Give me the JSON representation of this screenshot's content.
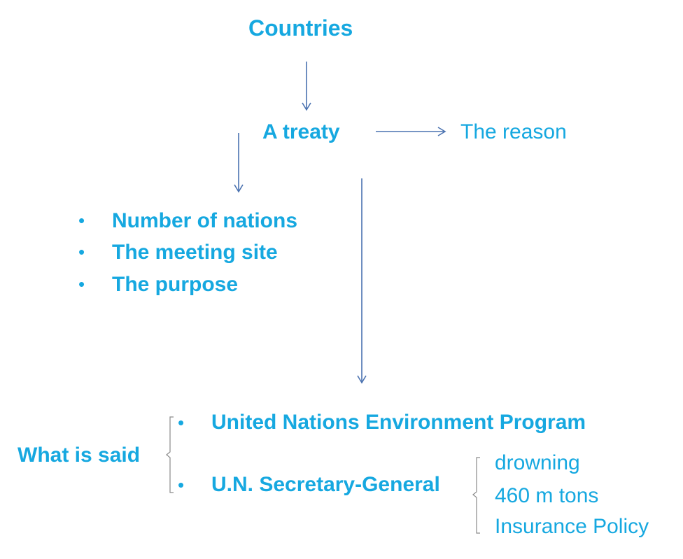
{
  "colors": {
    "text": "#16a8e0",
    "arrow": "#4a72b0",
    "brace": "#8a8a8a"
  },
  "nodes": {
    "countries": "Countries",
    "treaty": "A treaty",
    "reason": "The reason",
    "what_is_said": "What is said"
  },
  "treaty_details": [
    "Number of nations",
    "The meeting site",
    "The purpose"
  ],
  "sources": [
    "United Nations Environment Program",
    "U.N. Secretary-General"
  ],
  "secretary_points": [
    "drowning",
    "460 m tons",
    "Insurance Policy"
  ]
}
